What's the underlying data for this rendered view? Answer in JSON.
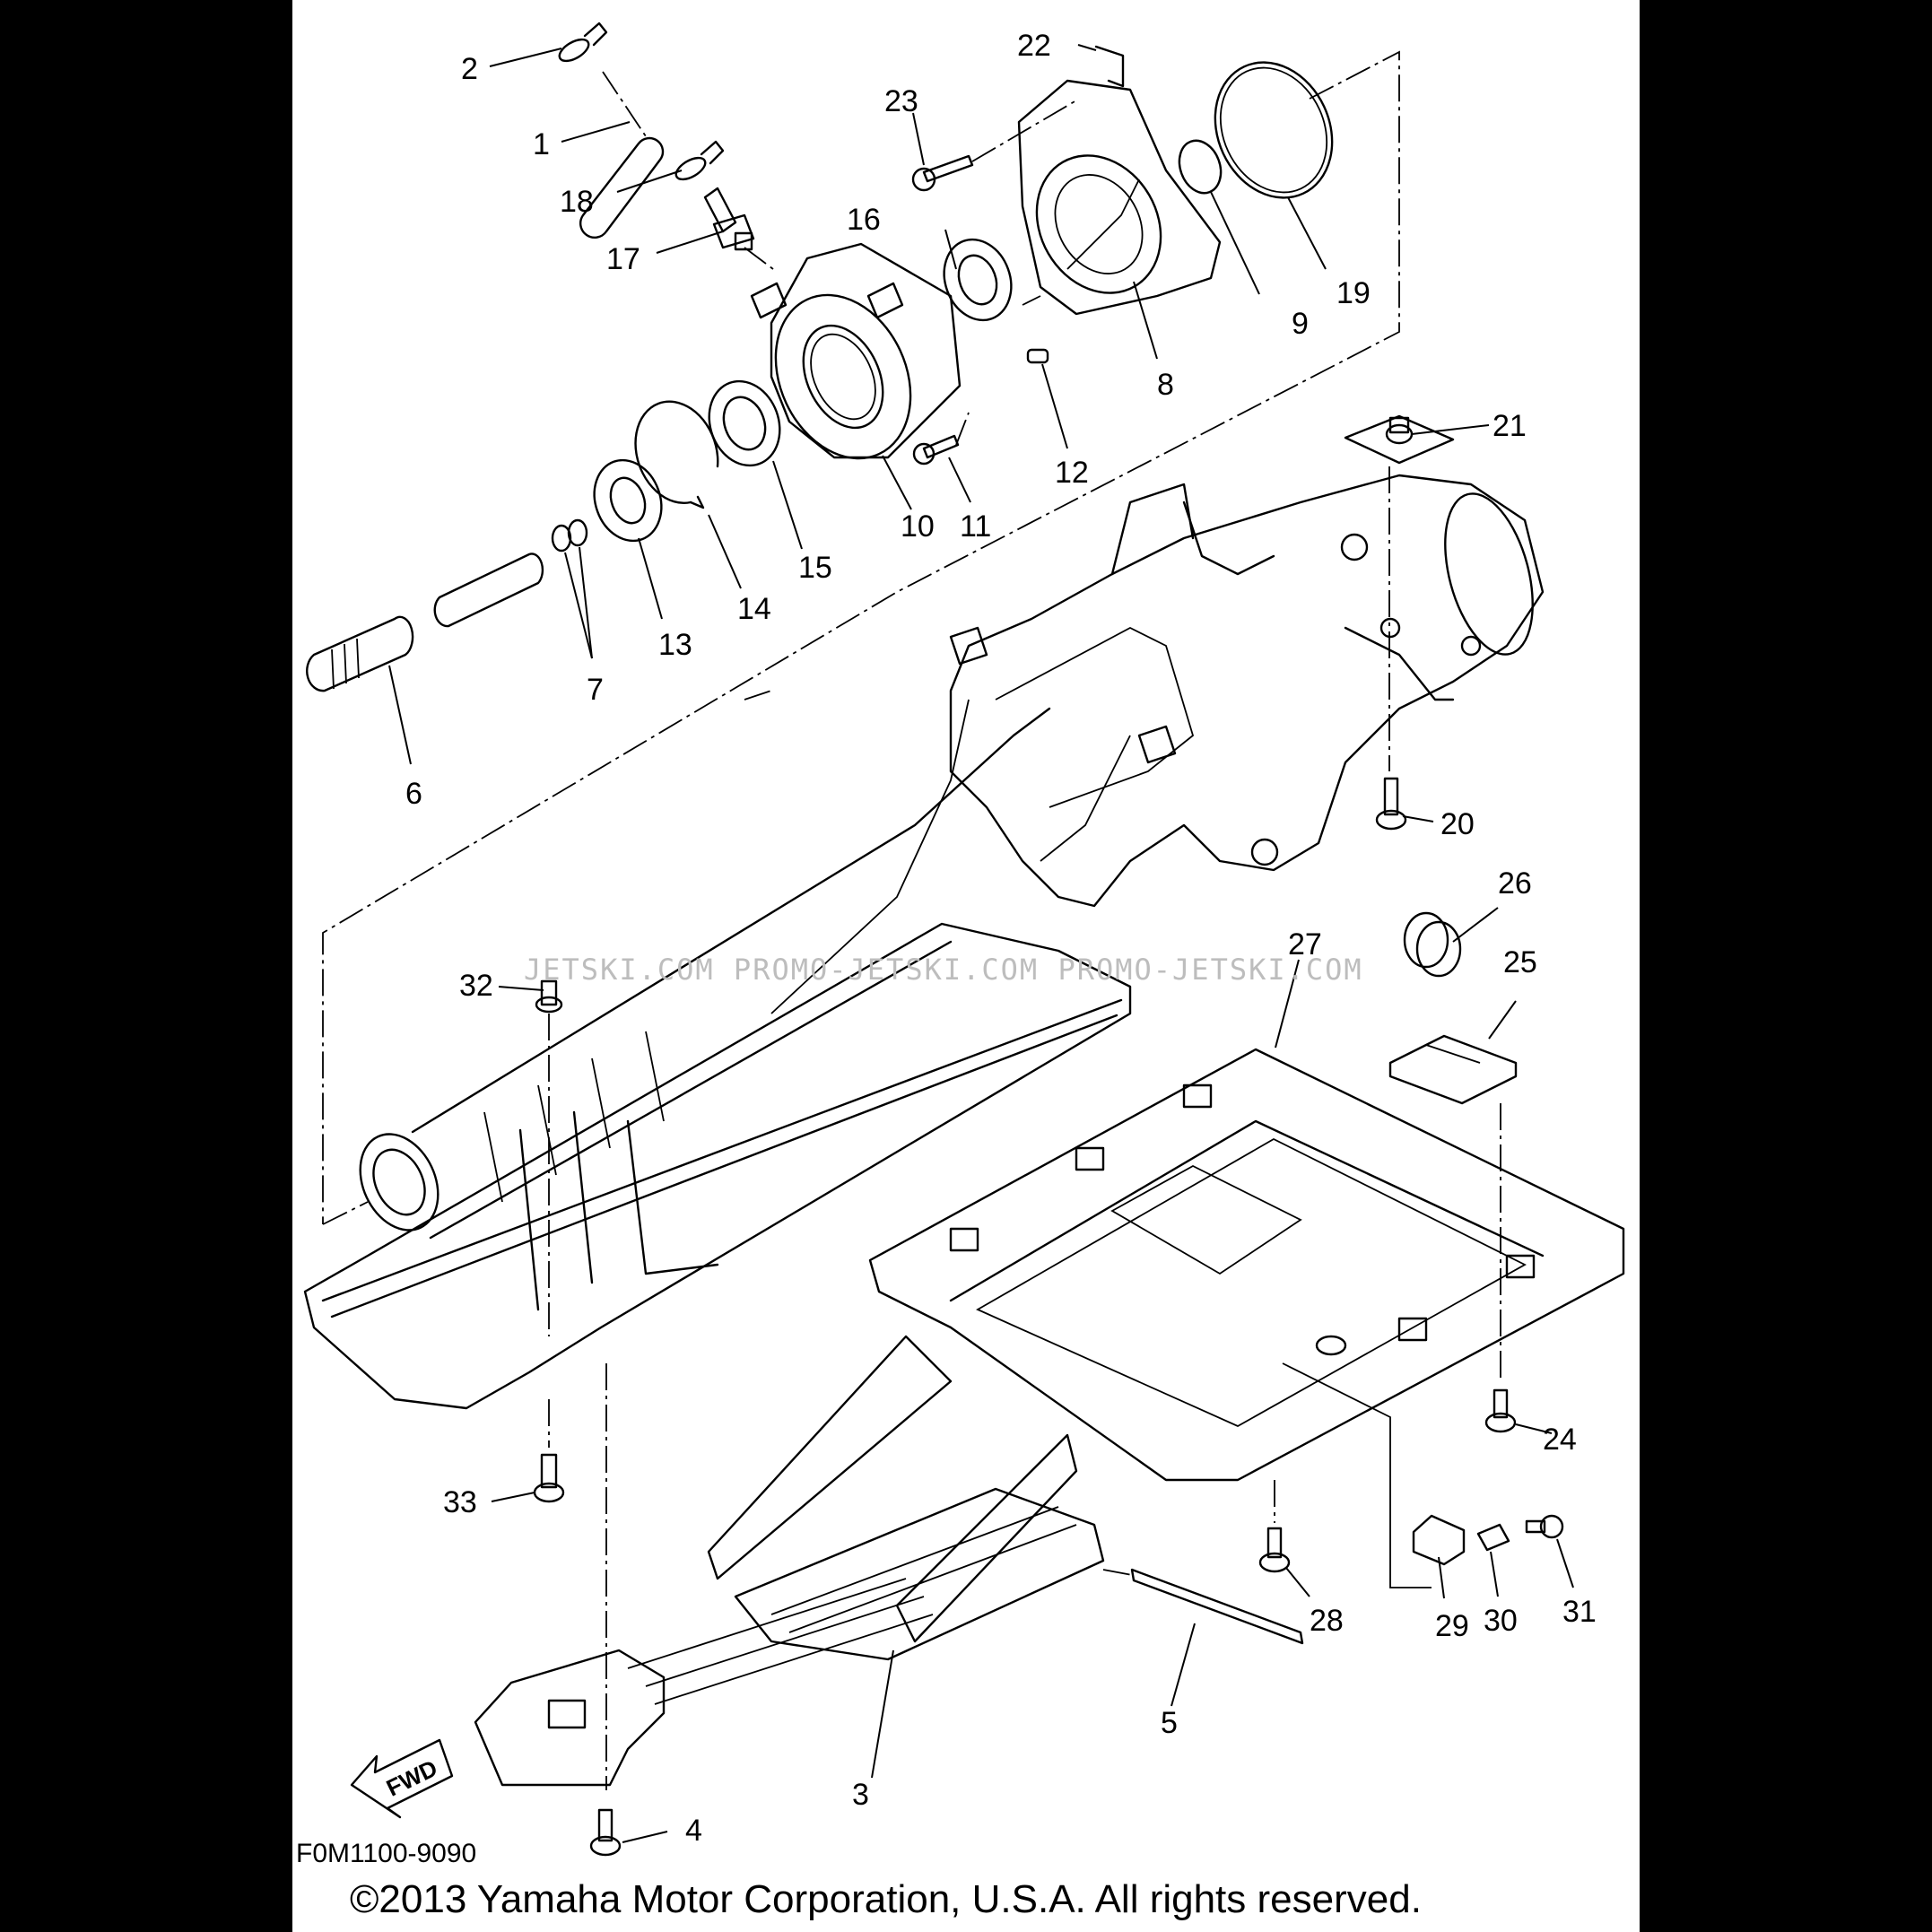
{
  "labels": {
    "p1": "1",
    "p2": "2",
    "p3": "3",
    "p4": "4",
    "p5": "5",
    "p6": "6",
    "p7": "7",
    "p8": "8",
    "p9": "9",
    "p10": "10",
    "p11": "11",
    "p12": "12",
    "p13": "13",
    "p14": "14",
    "p15": "15",
    "p16": "16",
    "p17": "17",
    "p18": "18",
    "p19": "19",
    "p20": "20",
    "p21": "21",
    "p22": "22",
    "p23": "23",
    "p24": "24",
    "p25": "25",
    "p26": "26",
    "p27": "27",
    "p28": "28",
    "p29": "29",
    "p30": "30",
    "p31": "31",
    "p32": "32",
    "p33": "33"
  },
  "fwd_label": "FWD",
  "watermark": "JETSKI.COM   PROMO-JETSKI.COM   PROMO-JETSKI.COM",
  "figure_code": "F0M1100-9090",
  "copyright": "©2013 Yamaha Motor Corporation, U.S.A. All rights reserved."
}
